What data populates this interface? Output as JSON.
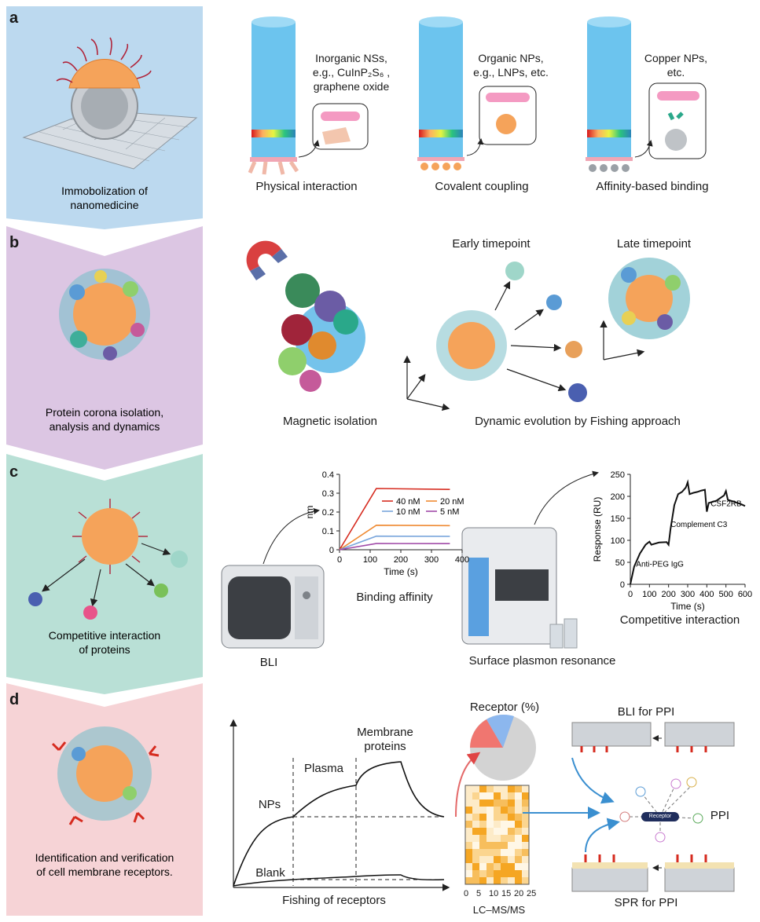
{
  "colors": {
    "panel_a": "#bcd9ef",
    "panel_b": "#dcc6e3",
    "panel_c": "#b9e0d6",
    "panel_d": "#f6d3d6",
    "nano": "#f5a35a",
    "column": "#6cc4ee"
  },
  "panel_a": {
    "letter": "a",
    "side_label_1": "Immobolization of",
    "side_label_2": "nanomedicine",
    "col1_text_1": "Inorganic NSs,",
    "col1_text_2": "e.g., CuInP₂S₆ ,",
    "col1_text_3": "graphene oxide",
    "col2_text_1": "Organic NPs,",
    "col2_text_2": "e.g., LNPs, etc.",
    "col3_text_1": "Copper NPs,",
    "col3_text_2": "etc.",
    "caption_1": "Physical interaction",
    "caption_2": "Covalent coupling",
    "caption_3": "Affinity-based binding"
  },
  "panel_b": {
    "letter": "b",
    "side_label_1": "Protein corona isolation,",
    "side_label_2": "analysis and dynamics",
    "early": "Early timepoint",
    "late": "Late timepoint",
    "caption_1": "Magnetic isolation",
    "caption_2": "Dynamic evolution by Fishing approach"
  },
  "panel_c": {
    "letter": "c",
    "side_label_1": "Competitive interaction",
    "side_label_2": "of proteins",
    "bli": "BLI",
    "binding": "Binding affinity",
    "spr": "Surface plasmon resonance",
    "competitive": "Competitive interaction"
  },
  "panel_d": {
    "letter": "d",
    "side_label_1": "Identification and verification",
    "side_label_2": "of cell membrane receptors.",
    "membrane_1": "Membrane",
    "membrane_2": "proteins",
    "plasma": "Plasma",
    "nps": "NPs",
    "blank": "Blank",
    "fishing": "Fishing of receptors",
    "receptor_pct": "Receptor (%)",
    "lcms": "LC–MS/MS",
    "bli_ppi": "BLI for PPI",
    "spr_ppi": "SPR for PPI",
    "ppi": "PPI",
    "receptor_node": "Receptor",
    "heatmap_ticks": [
      "0",
      "5",
      "10",
      "15",
      "20",
      "25"
    ]
  },
  "chart_data": [
    {
      "type": "line",
      "xlabel": "Time (s)",
      "ylabel": "nm",
      "xlim": [
        0,
        400
      ],
      "ylim": [
        0,
        0.4
      ],
      "x_ticks": [
        "0",
        "100",
        "200",
        "300",
        "400"
      ],
      "y_ticks": [
        "0",
        "0.1",
        "0.2",
        "0.3",
        "0.4"
      ],
      "legend_placement": "center",
      "series": [
        {
          "name": "40 nM",
          "color": "#d62b1f",
          "plateau": 0.325
        },
        {
          "name": "20 nM",
          "color": "#ef8a32",
          "plateau": 0.13
        },
        {
          "name": "10 nM",
          "color": "#7aa6dc",
          "plateau": 0.072
        },
        {
          "name": "5 nM",
          "color": "#a04aa8",
          "plateau": 0.033
        }
      ],
      "association_end": 120,
      "x_end": 360
    },
    {
      "type": "line",
      "xlabel": "Time (s)",
      "ylabel": "Response (RU)",
      "xlim": [
        0,
        600
      ],
      "ylim": [
        0,
        250
      ],
      "x_ticks": [
        "0",
        "100",
        "200",
        "300",
        "400",
        "500",
        "600"
      ],
      "y_ticks": [
        "0",
        "50",
        "100",
        "150",
        "200",
        "250"
      ],
      "annotations": [
        "Anti-PEG IgG",
        "Complement C3",
        "CSF2RB"
      ],
      "series": [
        {
          "name": "",
          "x": [
            0,
            20,
            50,
            80,
            100,
            110,
            150,
            190,
            200,
            210,
            230,
            250,
            270,
            290,
            300,
            310,
            330,
            350,
            370,
            390,
            400,
            410,
            450,
            490,
            500,
            510,
            540,
            580,
            600
          ],
          "y": [
            0,
            40,
            70,
            90,
            97,
            90,
            95,
            96,
            90,
            125,
            180,
            205,
            210,
            220,
            232,
            205,
            208,
            210,
            213,
            215,
            165,
            185,
            190,
            202,
            212,
            192,
            188,
            182,
            178
          ]
        }
      ]
    }
  ]
}
